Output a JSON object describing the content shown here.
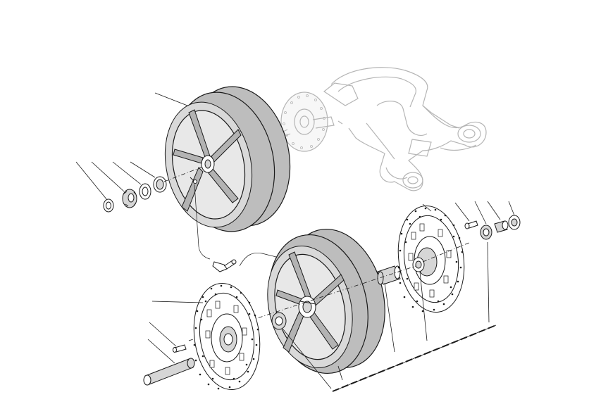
{
  "diagram": {
    "type": "exploded-parts-view",
    "subject": "motorcycle-wheels",
    "components": [
      {
        "name": "rear-wheel",
        "color": "#bdbdbd"
      },
      {
        "name": "front-wheel",
        "color": "#bdbdbd"
      },
      {
        "name": "front-brake-disc-left"
      },
      {
        "name": "front-brake-disc-right"
      },
      {
        "name": "front-wheel-axle"
      },
      {
        "name": "disc-screw"
      },
      {
        "name": "circlip"
      },
      {
        "name": "sprocket-flange"
      },
      {
        "name": "seal-ring"
      },
      {
        "name": "bearing"
      },
      {
        "name": "valve-stem"
      },
      {
        "name": "wheel-spacer"
      },
      {
        "name": "swingarm-ghost",
        "color": "#b5b5b5"
      },
      {
        "name": "rear-disc-ghost",
        "color": "#b5b5b5"
      }
    ],
    "labels": []
  }
}
